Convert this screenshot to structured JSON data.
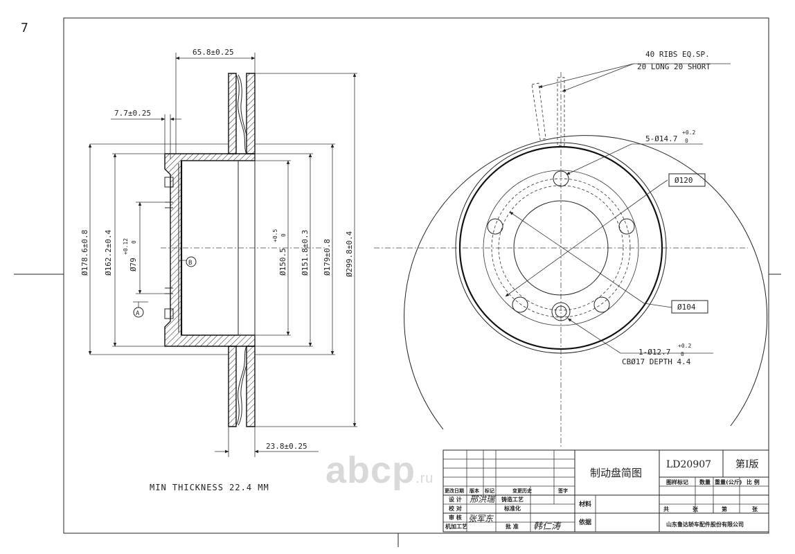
{
  "sheet": {
    "corner_mark": "7",
    "min_thickness": "MIN THICKNESS 22.4 MM"
  },
  "section_view": {
    "dim_overall_width": "65.8±0.25",
    "dim_flange": "7.7±0.25",
    "dim_rotor_thickness": "23.8±0.25",
    "dia_178": "Ø178.6±0.8",
    "dia_162": "Ø162.2±0.4",
    "dia_79": "Ø79",
    "dia_79_tol_upper": "+0.12",
    "dia_79_tol_lower": "0",
    "dia_150": "Ø150.5",
    "dia_150_tol_upper": "+0.5",
    "dia_150_tol_lower": "0",
    "dia_151": "Ø151.8±0.3",
    "dia_179": "Ø179±0.8",
    "dia_299": "Ø299.8±0.4",
    "datum_a": "A",
    "datum_b": "B"
  },
  "front_view": {
    "ribs_line1": "40 RIBS EQ.SP.",
    "ribs_line2": "20 LONG 20 SHORT",
    "holes_5": "5-Ø14.7",
    "holes_5_tol_upper": "+0.2",
    "holes_5_tol_lower": "0",
    "pcd_120": "Ø120",
    "pcd_104": "Ø104",
    "hole_1": "1-Ø12.7",
    "hole_1_tol_upper": "+0.2",
    "hole_1_tol_lower": "0",
    "counterbore": "CBØ17 DEPTH 4.4"
  },
  "title_block": {
    "part_name": "制动盘简图",
    "drawing_no": "LD20907",
    "edition": "第Ⅰ版",
    "col_stage_mark": "图样标记",
    "col_quantity": "数量",
    "col_weight": "重量(公斤)",
    "col_scale": "比 例",
    "rev_date": "更改日期",
    "rev_version": "版本",
    "rev_mark": "标记",
    "rev_history": "变更历史",
    "rev_sign": "签字",
    "design": "设 计",
    "check": "校 对",
    "review": "审 核",
    "process": "机加工艺",
    "casting": "铸造工艺",
    "standard": "标准化",
    "approve": "批 准",
    "material": "材料",
    "basis": "依据",
    "total_sheets": "共",
    "sheet_label": "张",
    "sheet_no": "第",
    "sheet_label2": "张",
    "company": "山东鲁达轿车配件股份有限公司",
    "sign_designer": "邢洪瑞",
    "sign_reviewer": "张军东",
    "sign_approver": "韩仁涛"
  },
  "watermark": {
    "brand": "abcp",
    "suffix": ".ru"
  }
}
